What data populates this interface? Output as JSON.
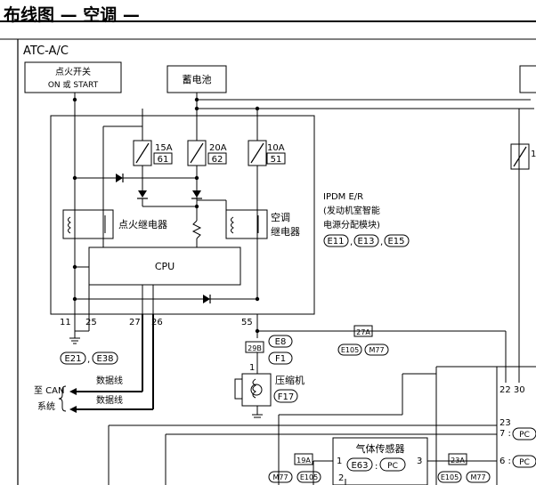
{
  "page": {
    "title": "布线图 — 空调 —",
    "section": "ATC-A/C"
  },
  "components": {
    "ignition_switch": {
      "line1": "点火开关",
      "line2": "ON 或 START"
    },
    "battery": "蓄电池",
    "fuses": [
      {
        "amp": "15A",
        "num": "61"
      },
      {
        "amp": "20A",
        "num": "62"
      },
      {
        "amp": "10A",
        "num": "51"
      },
      {
        "amp": "1"
      }
    ],
    "ignition_relay": "点火继电器",
    "ac_relay": {
      "line1": "空调",
      "line2": "继电器"
    },
    "cpu": "CPU",
    "ipdm": {
      "line1": "IPDM E/R",
      "line2": "(发动机室智能",
      "line3": "电源分配模块)",
      "connectors": [
        "E11",
        "E13",
        "E15"
      ]
    },
    "ground_connectors": [
      "E21",
      "E38"
    ],
    "can": {
      "line1": "至 CAN",
      "line2": "系统",
      "data_line": "数据线"
    },
    "compressor": {
      "label": "压缩机",
      "connector": "F17",
      "pin": "1",
      "f_connector": "F1",
      "e_connector": "E8",
      "tag": "29B"
    },
    "harness_27a": {
      "tag": "27A",
      "left": "E105",
      "right": "M77"
    },
    "gas_sensor": {
      "label": "气体传感器",
      "connector": "E63",
      "pc": "PC",
      "pin_left": "1",
      "pin_right": "3",
      "pin_bottom": "2"
    },
    "harness_19a": {
      "tag": "19A",
      "left": "M77",
      "right": "E105"
    },
    "harness_23a": {
      "tag": "23A",
      "left": "E105",
      "right": "M77"
    },
    "right_connector": {
      "pins_top": "22 30",
      "pin23": "23",
      "pin7": "7 :",
      "pin6": "6 :",
      "pc": "PC"
    },
    "terminals": {
      "t11": "11",
      "t25": "25",
      "t27": "27",
      "t26": "26",
      "t55": "55"
    }
  }
}
